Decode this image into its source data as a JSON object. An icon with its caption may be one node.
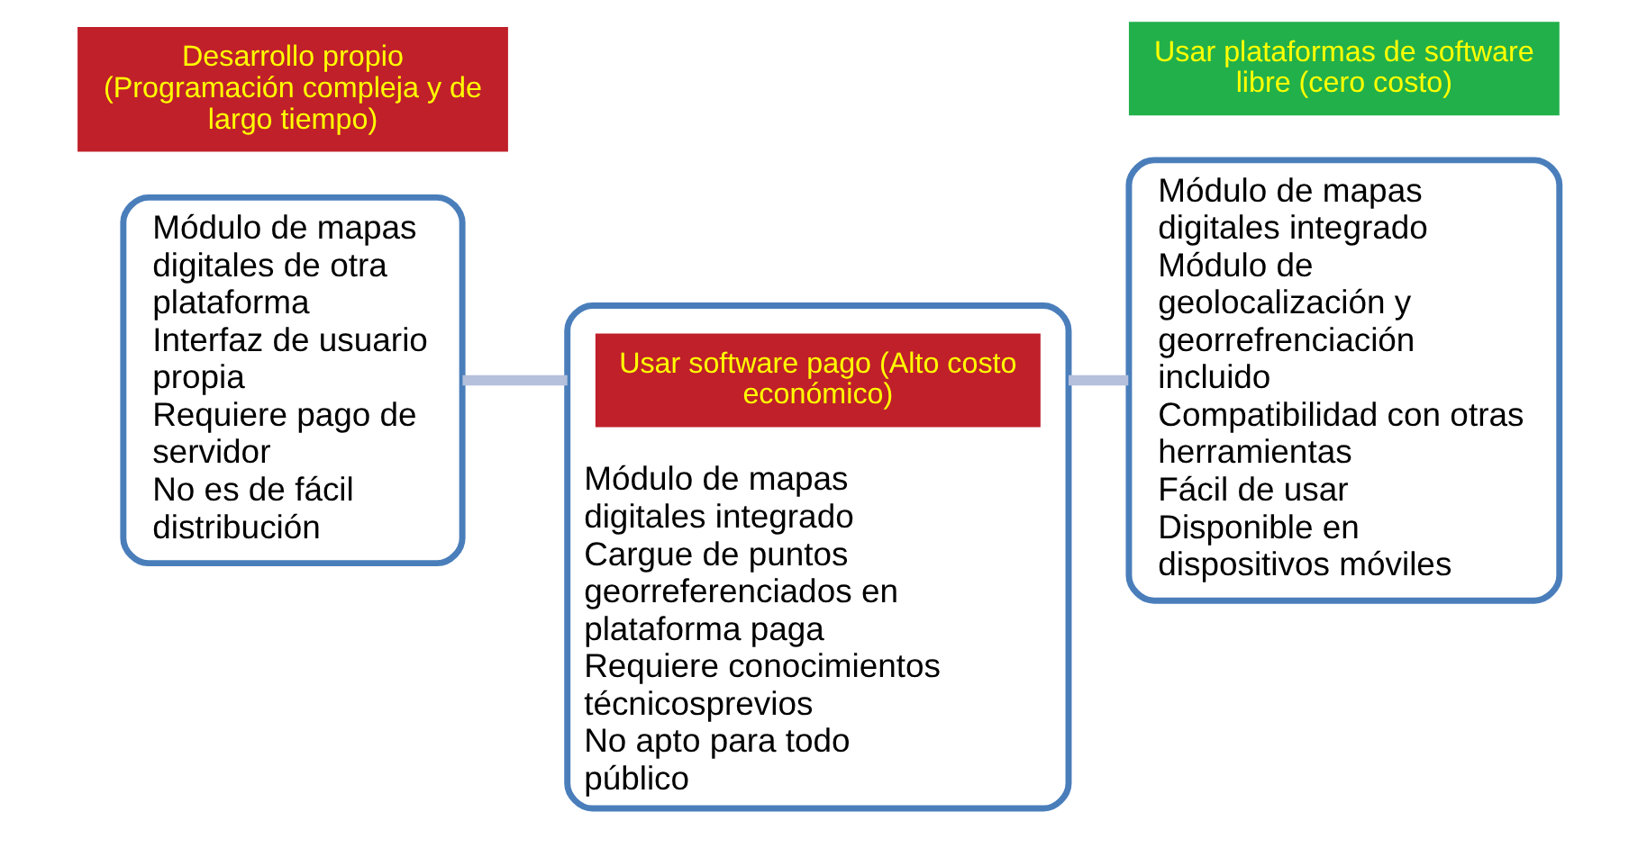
{
  "diagram": {
    "nodes": [
      {
        "text": [
          "Módulo de mapas digitales de otra plataforma",
          "Interfaz de usuario propia",
          "Requiere pago de servidor",
          "No es de fácil distribución"
        ]
      },
      {
        "text": [
          "Desarrollo propio (Programación compleja y de largo tiempo)"
        ]
      },
      {
        "text": [
          "Módulo de mapas digitales integrado",
          "Cargue de puntos georreferenciados en plataforma paga",
          "Requiere conocimientos técnicosprevios",
          "No apto para todo público"
        ]
      },
      {
        "text": [
          "Usar software pago (Alto costo económico)"
        ],
        "in": 2
      },
      {
        "text": [
          "Módulo de mapas digitales integrado",
          "Módulo de geolocalización y georrefrenciación incluido",
          "Compatibilidad con otras herramientas",
          "Fácil de usar",
          "Disponible en dispositivos móviles"
        ]
      },
      {
        "text": [
          "Usar plataformas de software libre (cero costo)"
        ]
      }
    ],
    "edges": [
      {
        "from": 0,
        "to": 2,
        "arrow": "none"
      },
      {
        "from": 2,
        "to": 4,
        "arrow": "none"
      }
    ]
  }
}
